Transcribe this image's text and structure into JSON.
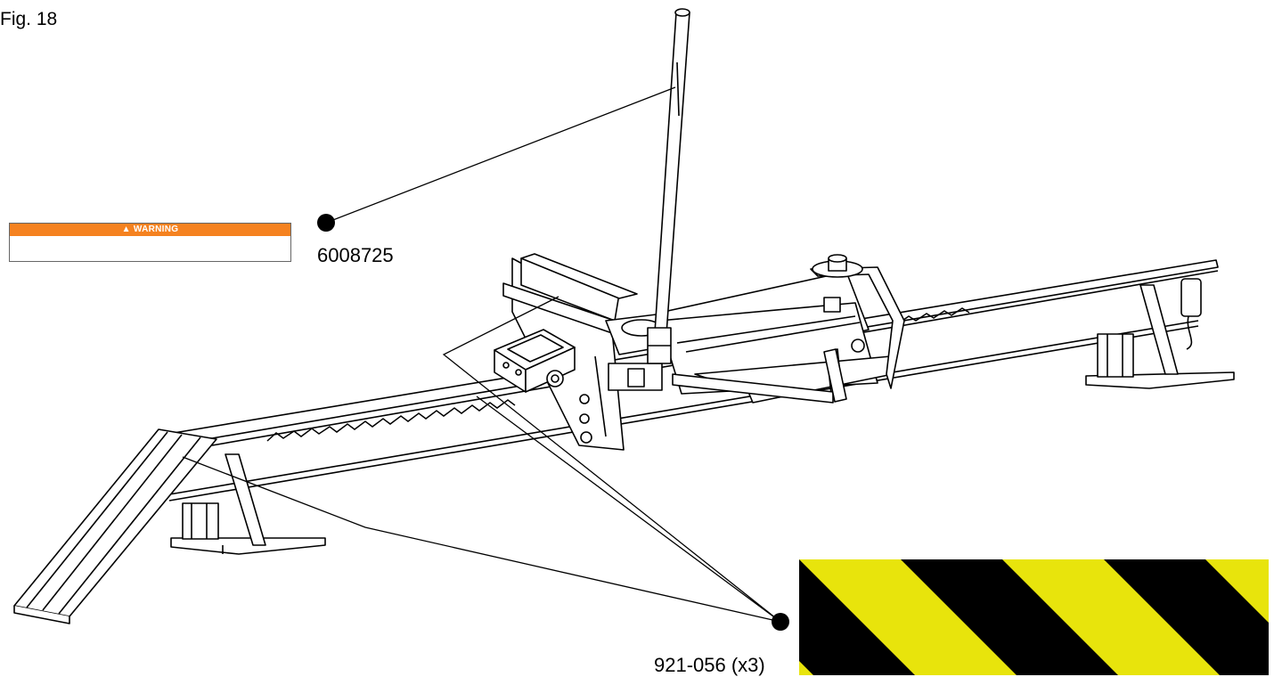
{
  "figure": {
    "label": "Fig. 18"
  },
  "decals": [
    {
      "part_number": "6008725",
      "header_text": "▲ WARNING",
      "header_color": "#f58220",
      "icon": "warning-decal"
    },
    {
      "part_number": "921-056 (x3)",
      "stripe_colors": [
        "#e8e40c",
        "#000000"
      ],
      "icon": "hazard-stripe-decal"
    }
  ],
  "colors": {
    "line": "#000000",
    "background": "#ffffff"
  }
}
